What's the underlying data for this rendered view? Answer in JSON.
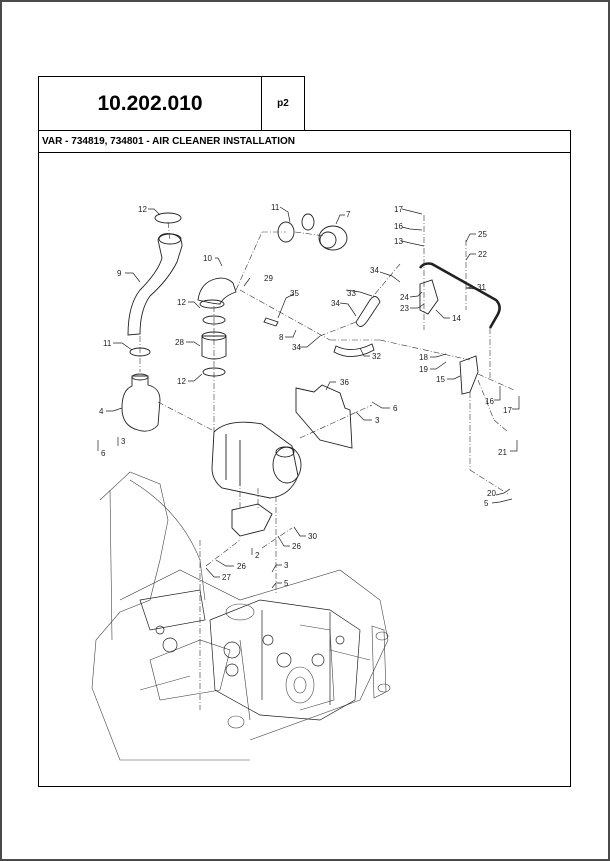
{
  "header": {
    "section_code": "10.202.010",
    "page": "p2"
  },
  "title": "VAR - 734819, 734801 - AIR CLEANER INSTALLATION",
  "diagram": {
    "callouts": [
      {
        "id": "c12a",
        "text": "12"
      },
      {
        "id": "c9",
        "text": "9"
      },
      {
        "id": "c11a",
        "text": "11"
      },
      {
        "id": "c4",
        "text": "4"
      },
      {
        "id": "c3a",
        "text": "3"
      },
      {
        "id": "c6a",
        "text": "6"
      },
      {
        "id": "c10",
        "text": "10"
      },
      {
        "id": "c29",
        "text": "29"
      },
      {
        "id": "c12b",
        "text": "12"
      },
      {
        "id": "c28",
        "text": "28"
      },
      {
        "id": "c12c",
        "text": "12"
      },
      {
        "id": "c11b",
        "text": "11"
      },
      {
        "id": "c7",
        "text": "7"
      },
      {
        "id": "c35",
        "text": "35"
      },
      {
        "id": "c8",
        "text": "8"
      },
      {
        "id": "c34a",
        "text": "34"
      },
      {
        "id": "c34b",
        "text": "34"
      },
      {
        "id": "c33",
        "text": "33"
      },
      {
        "id": "c34c",
        "text": "34"
      },
      {
        "id": "c32",
        "text": "32"
      },
      {
        "id": "c17a",
        "text": "17"
      },
      {
        "id": "c16a",
        "text": "16"
      },
      {
        "id": "c13",
        "text": "13"
      },
      {
        "id": "c24",
        "text": "24"
      },
      {
        "id": "c23",
        "text": "23"
      },
      {
        "id": "c14",
        "text": "14"
      },
      {
        "id": "c31",
        "text": "31"
      },
      {
        "id": "c25",
        "text": "25"
      },
      {
        "id": "c22",
        "text": "22"
      },
      {
        "id": "c18",
        "text": "18"
      },
      {
        "id": "c19",
        "text": "19"
      },
      {
        "id": "c15",
        "text": "15"
      },
      {
        "id": "c16b",
        "text": "16"
      },
      {
        "id": "c17b",
        "text": "17"
      },
      {
        "id": "c21",
        "text": "21"
      },
      {
        "id": "c20",
        "text": "20"
      },
      {
        "id": "c5a",
        "text": "5"
      },
      {
        "id": "c36",
        "text": "36"
      },
      {
        "id": "c6b",
        "text": "6"
      },
      {
        "id": "c3b",
        "text": "3"
      },
      {
        "id": "c30",
        "text": "30"
      },
      {
        "id": "c26a",
        "text": "26"
      },
      {
        "id": "c2",
        "text": "2"
      },
      {
        "id": "c26b",
        "text": "26"
      },
      {
        "id": "c27",
        "text": "27"
      },
      {
        "id": "c3c",
        "text": "3"
      },
      {
        "id": "c5b",
        "text": "5"
      }
    ]
  }
}
